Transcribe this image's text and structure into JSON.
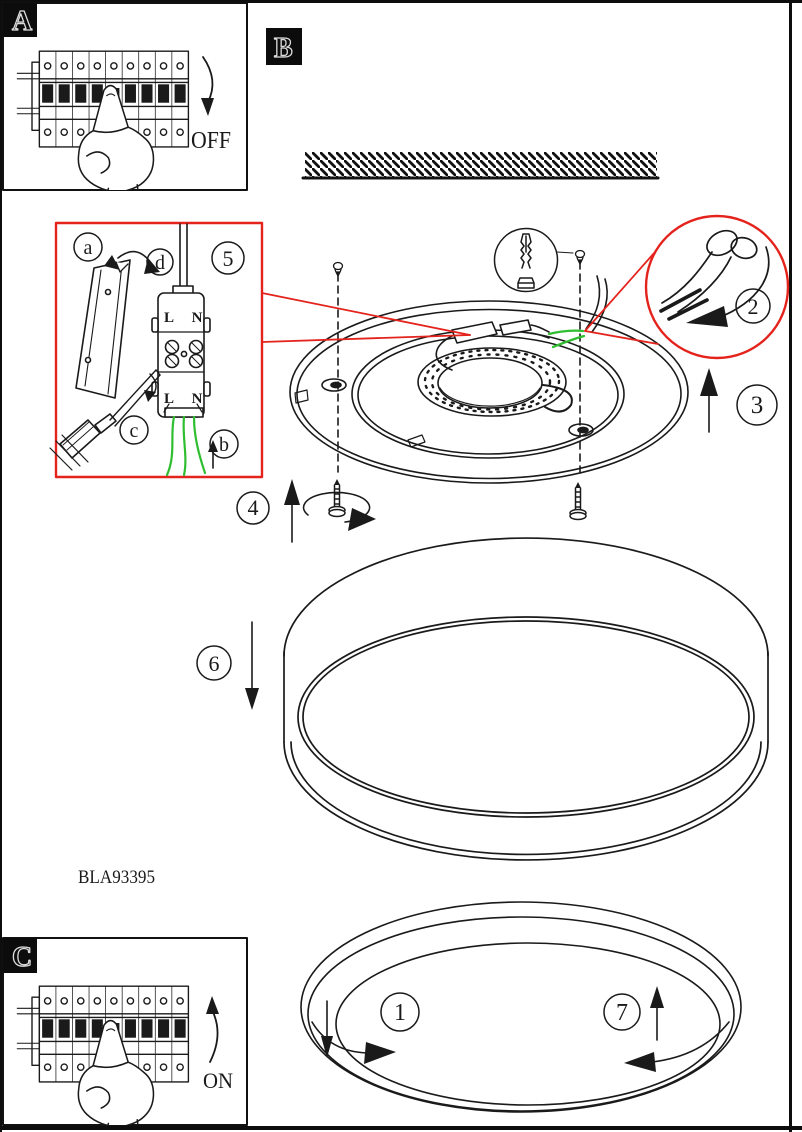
{
  "page": {
    "product_code": "BLA93395",
    "background": "#ffffff"
  },
  "colors": {
    "callout_red": "#e3231c",
    "earth_green": "#2fbe2f",
    "ink": "#1a1a1a"
  },
  "panel_breaker_off": {
    "tag": "A",
    "caption": "OFF"
  },
  "panel_ceiling": {
    "tag": "B"
  },
  "panel_breaker_on": {
    "tag": "C",
    "caption": "ON"
  },
  "steps": {
    "s1": "1",
    "s2": "2",
    "s3": "3",
    "s4": "4",
    "s5": "5",
    "s6": "6",
    "s7": "7"
  },
  "wiring_detail": {
    "sub_a": "a",
    "sub_b": "b",
    "sub_c": "c",
    "sub_d": "d",
    "terminal_top_left": "L",
    "terminal_top_right": "N",
    "terminal_bottom_left": "L",
    "terminal_bottom_right": "N"
  }
}
